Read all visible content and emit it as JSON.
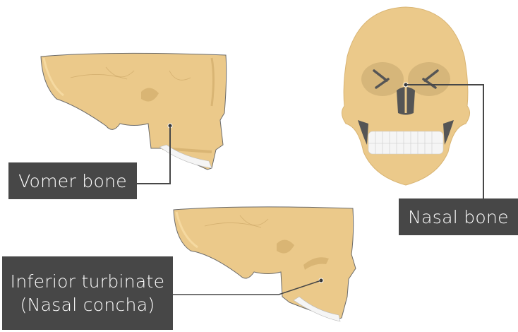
{
  "labels": {
    "vomer": "Vomer bone",
    "nasal": "Nasal bone",
    "inferior_line1": "Inferior turbinate",
    "inferior_line2": "(Nasal concha)"
  },
  "colors": {
    "bone": "#ebc98a",
    "bone_shadow": "#d9b574",
    "bone_outline": "#6b6b6b",
    "label_bg": "#474747",
    "label_text": "#ffffff",
    "leader_line": "#474747",
    "teeth": "#f5f5f5",
    "cavity": "#555555"
  }
}
